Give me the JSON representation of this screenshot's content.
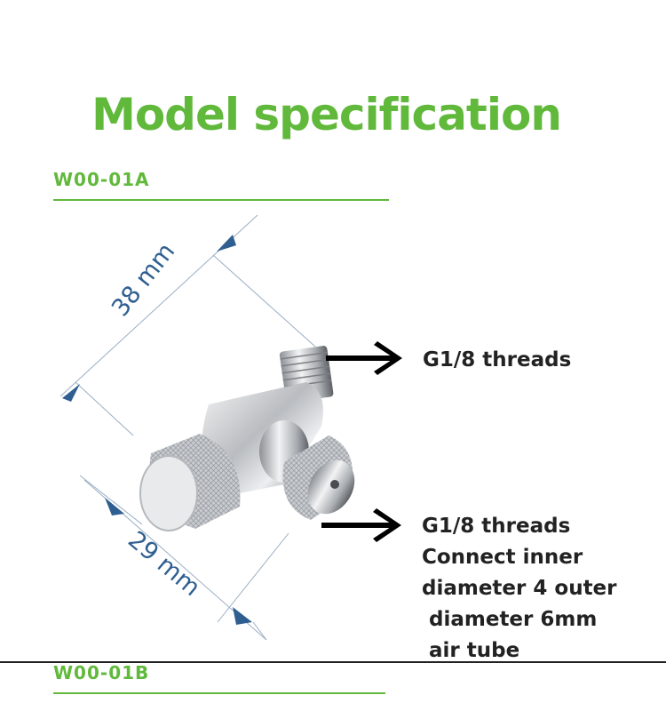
{
  "colors": {
    "accent": "#61b93c",
    "dimension": "#2f5f91",
    "text": "#222222"
  },
  "title": "Model specification",
  "models": {
    "a": "W00-01A",
    "b": "W00-01B"
  },
  "dimensions": {
    "length": "38 mm",
    "width": "29 mm"
  },
  "annotations": {
    "top": "G1/8 threads",
    "bottom_lines": [
      "G1/8 threads",
      "Connect inner",
      "diameter 4 outer",
      " diameter 6mm",
      " air tube"
    ]
  }
}
